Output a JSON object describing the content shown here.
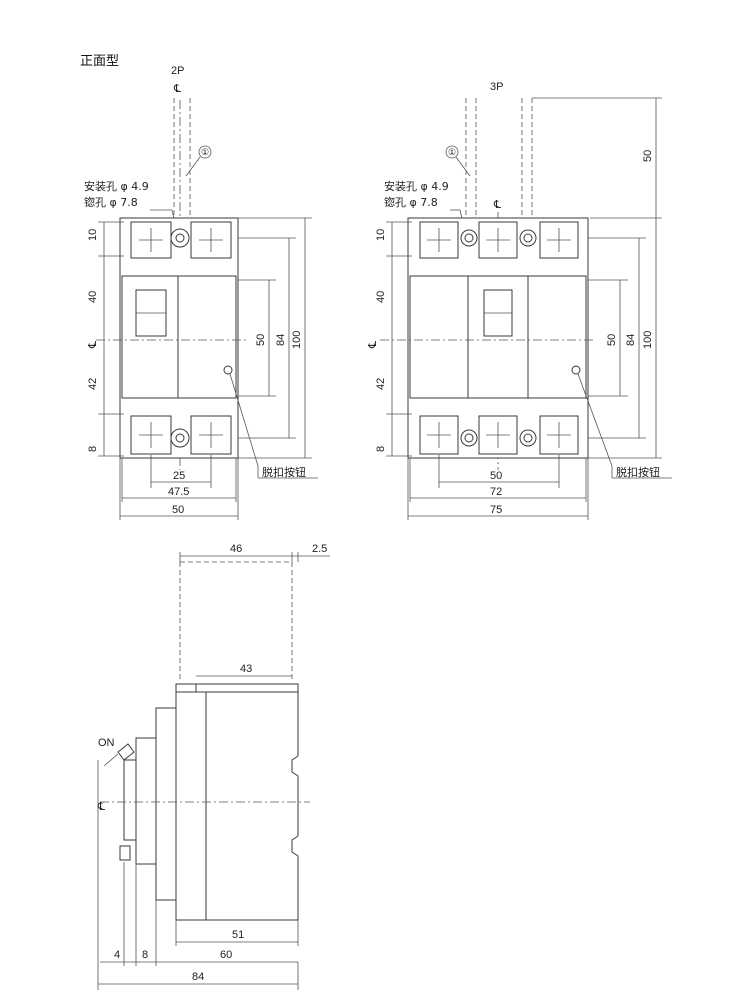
{
  "title": "正面型",
  "centerline_symbol": "℄",
  "circle_callout": "①",
  "labels": {
    "mount_hole": "安装孔 φ 4.9",
    "counterbore": "锪孔 φ 7.8",
    "trip_button": "脱扣按钮",
    "on": "ON"
  },
  "views": {
    "two_pole": {
      "name": "2P",
      "dims_left": [
        "10",
        "40",
        "42",
        "8"
      ],
      "dims_right": [
        "50",
        "84",
        "100"
      ],
      "dims_bottom": [
        "25",
        "47.5",
        "50"
      ]
    },
    "three_pole": {
      "name": "3P",
      "dims_left": [
        "10",
        "40",
        "42",
        "8"
      ],
      "dims_right": [
        "50",
        "84",
        "100"
      ],
      "dim_top_right": "50",
      "dims_bottom": [
        "50",
        "72",
        "75"
      ]
    },
    "side": {
      "dims_top": [
        "46",
        "2.5",
        "43"
      ],
      "dims_bottom": [
        "51",
        "4",
        "8",
        "60",
        "84"
      ]
    }
  }
}
